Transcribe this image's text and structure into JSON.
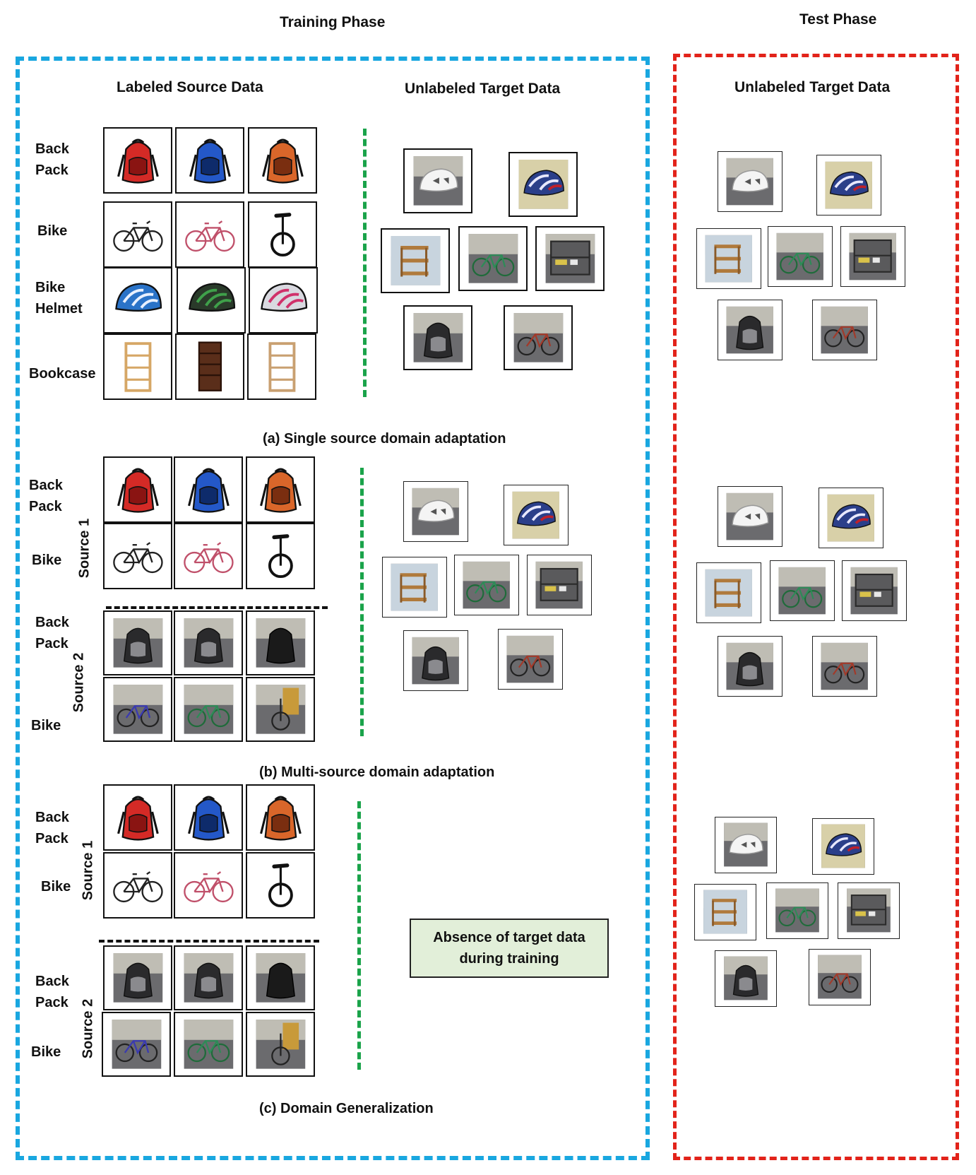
{
  "headers": {
    "training_phase": "Training Phase",
    "test_phase": "Test Phase",
    "labeled_source": "Labeled Source Data",
    "unlabeled_target_train": "Unlabeled Target Data",
    "unlabeled_target_test": "Unlabeled Target Data"
  },
  "labels": {
    "back": "Back",
    "pack": "Pack",
    "bike": "Bike",
    "helmet": "Helmet",
    "bookcase": "Bookcase",
    "source1": "Source 1",
    "source2": "Source 2"
  },
  "captions": {
    "a": "(a) Single source domain adaptation",
    "b": "(b) Multi-source domain adaptation",
    "c": "(c) Domain Generalization"
  },
  "note": {
    "line1": "Absence of target data",
    "line2": "during training"
  },
  "colors": {
    "training_border": "#19a7e0",
    "test_border": "#e2231a",
    "separator": "#1aa34a",
    "note_fill": "#e2efd9"
  },
  "icons": {
    "backpack_red": "backpack-red-icon",
    "backpack_blue": "backpack-blue-icon",
    "backpack_orange": "backpack-orange-icon",
    "backpack_dark": "backpack-dark-photo-icon",
    "bicycle": "bicycle-icon",
    "unicycle": "unicycle-icon",
    "helmet": "helmet-icon",
    "bookcase": "bookcase-icon",
    "shelf": "wall-shelf-photo-icon",
    "cabinet": "cabinet-photo-icon",
    "bike_photo": "bike-photo-icon"
  }
}
